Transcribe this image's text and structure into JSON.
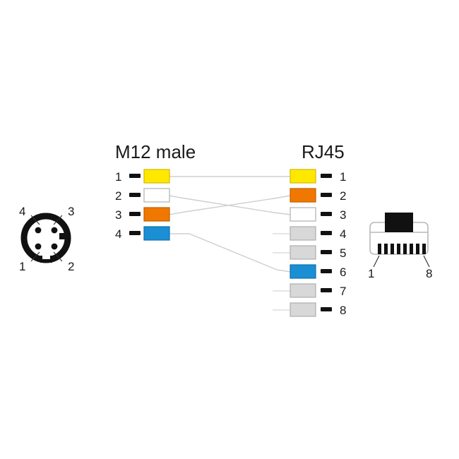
{
  "diagram": {
    "title_left": "M12 male",
    "title_right": "RJ45",
    "colors": {
      "yellow": "#FFE800",
      "orange": "#F07800",
      "white": "#FFFFFF",
      "blue": "#1B8FD4",
      "gray": "#D8D8D8",
      "wire": "#CFCFCF",
      "ink": "#1A1A1A"
    }
  },
  "left_connector": {
    "name": "M12 male",
    "pin_labels": [
      "1",
      "2",
      "3",
      "4"
    ],
    "label_positions": {
      "top_left": "4",
      "top_right": "3",
      "bottom_left": "1",
      "bottom_right": "2"
    }
  },
  "right_connector": {
    "name": "RJ45",
    "pin_labels": [
      "1",
      "8"
    ],
    "contact_count": 8
  },
  "left_pins": [
    {
      "number": "1",
      "color_name": "yellow",
      "color": "#FFE800",
      "border": "#D4B800"
    },
    {
      "number": "2",
      "color_name": "white",
      "color": "#FFFFFF",
      "border": "#B0B0B0"
    },
    {
      "number": "3",
      "color_name": "orange",
      "color": "#F07800",
      "border": "#C05E00"
    },
    {
      "number": "4",
      "color_name": "blue",
      "color": "#1B8FD4",
      "border": "#1070AC"
    }
  ],
  "right_pins": [
    {
      "number": "1",
      "color_name": "yellow",
      "color": "#FFE800",
      "border": "#D4B800"
    },
    {
      "number": "2",
      "color_name": "orange",
      "color": "#F07800",
      "border": "#C05E00"
    },
    {
      "number": "3",
      "color_name": "white",
      "color": "#FFFFFF",
      "border": "#B0B0B0"
    },
    {
      "number": "4",
      "color_name": "gray",
      "color": "#D8D8D8",
      "border": "#AFAFAF"
    },
    {
      "number": "5",
      "color_name": "gray",
      "color": "#D8D8D8",
      "border": "#AFAFAF"
    },
    {
      "number": "6",
      "color_name": "blue",
      "color": "#1B8FD4",
      "border": "#1070AC"
    },
    {
      "number": "7",
      "color_name": "gray",
      "color": "#D8D8D8",
      "border": "#AFAFAF"
    },
    {
      "number": "8",
      "color_name": "gray",
      "color": "#D8D8D8",
      "border": "#AFAFAF"
    }
  ],
  "connections": [
    {
      "from": "1",
      "to": "1",
      "color_name": "yellow"
    },
    {
      "from": "2",
      "to": "3",
      "color_name": "white"
    },
    {
      "from": "3",
      "to": "2",
      "color_name": "orange"
    },
    {
      "from": "4",
      "to": "6",
      "color_name": "blue"
    }
  ],
  "unused_right_pins": [
    "4",
    "5",
    "7",
    "8"
  ]
}
